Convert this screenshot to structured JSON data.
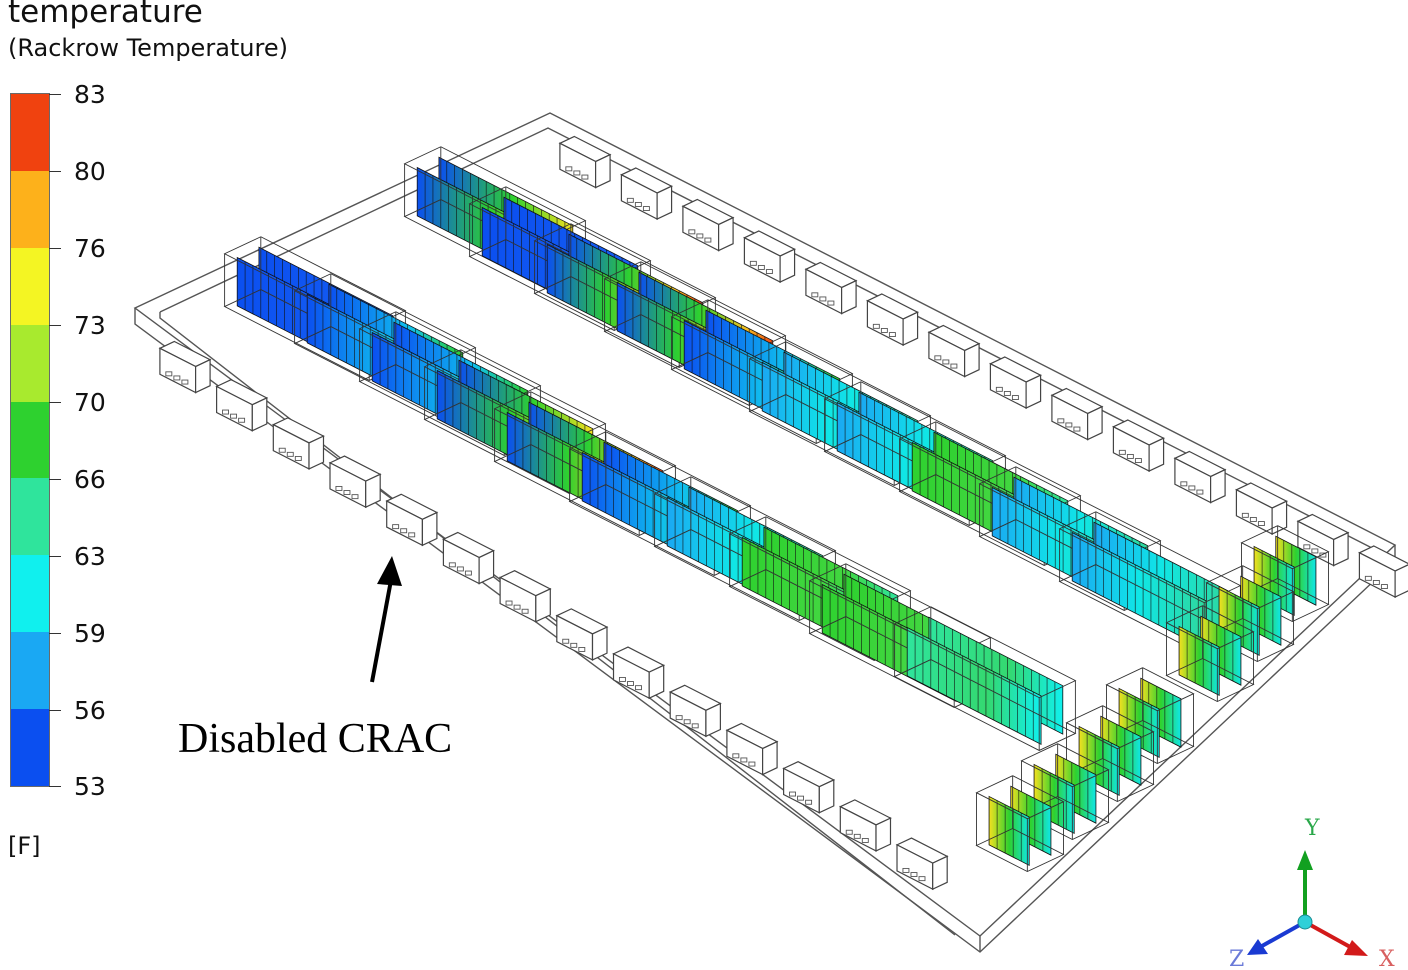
{
  "legend": {
    "title": "temperature",
    "subtitle": "(Rackrow  Temperature)",
    "unit": "[F]",
    "ticks": [
      "83",
      "80",
      "76",
      "73",
      "70",
      "66",
      "63",
      "59",
      "56",
      "53"
    ],
    "colors": [
      "#f0420f",
      "#fdb11b",
      "#f4f523",
      "#a8ea2e",
      "#2ed12f",
      "#2fe49c",
      "#10f0ee",
      "#1aa8f3",
      "#0b4ff0"
    ]
  },
  "annotation": {
    "text": "Disabled CRAC"
  },
  "axes": {
    "y": "Y",
    "z": "Z",
    "x": "X"
  }
}
